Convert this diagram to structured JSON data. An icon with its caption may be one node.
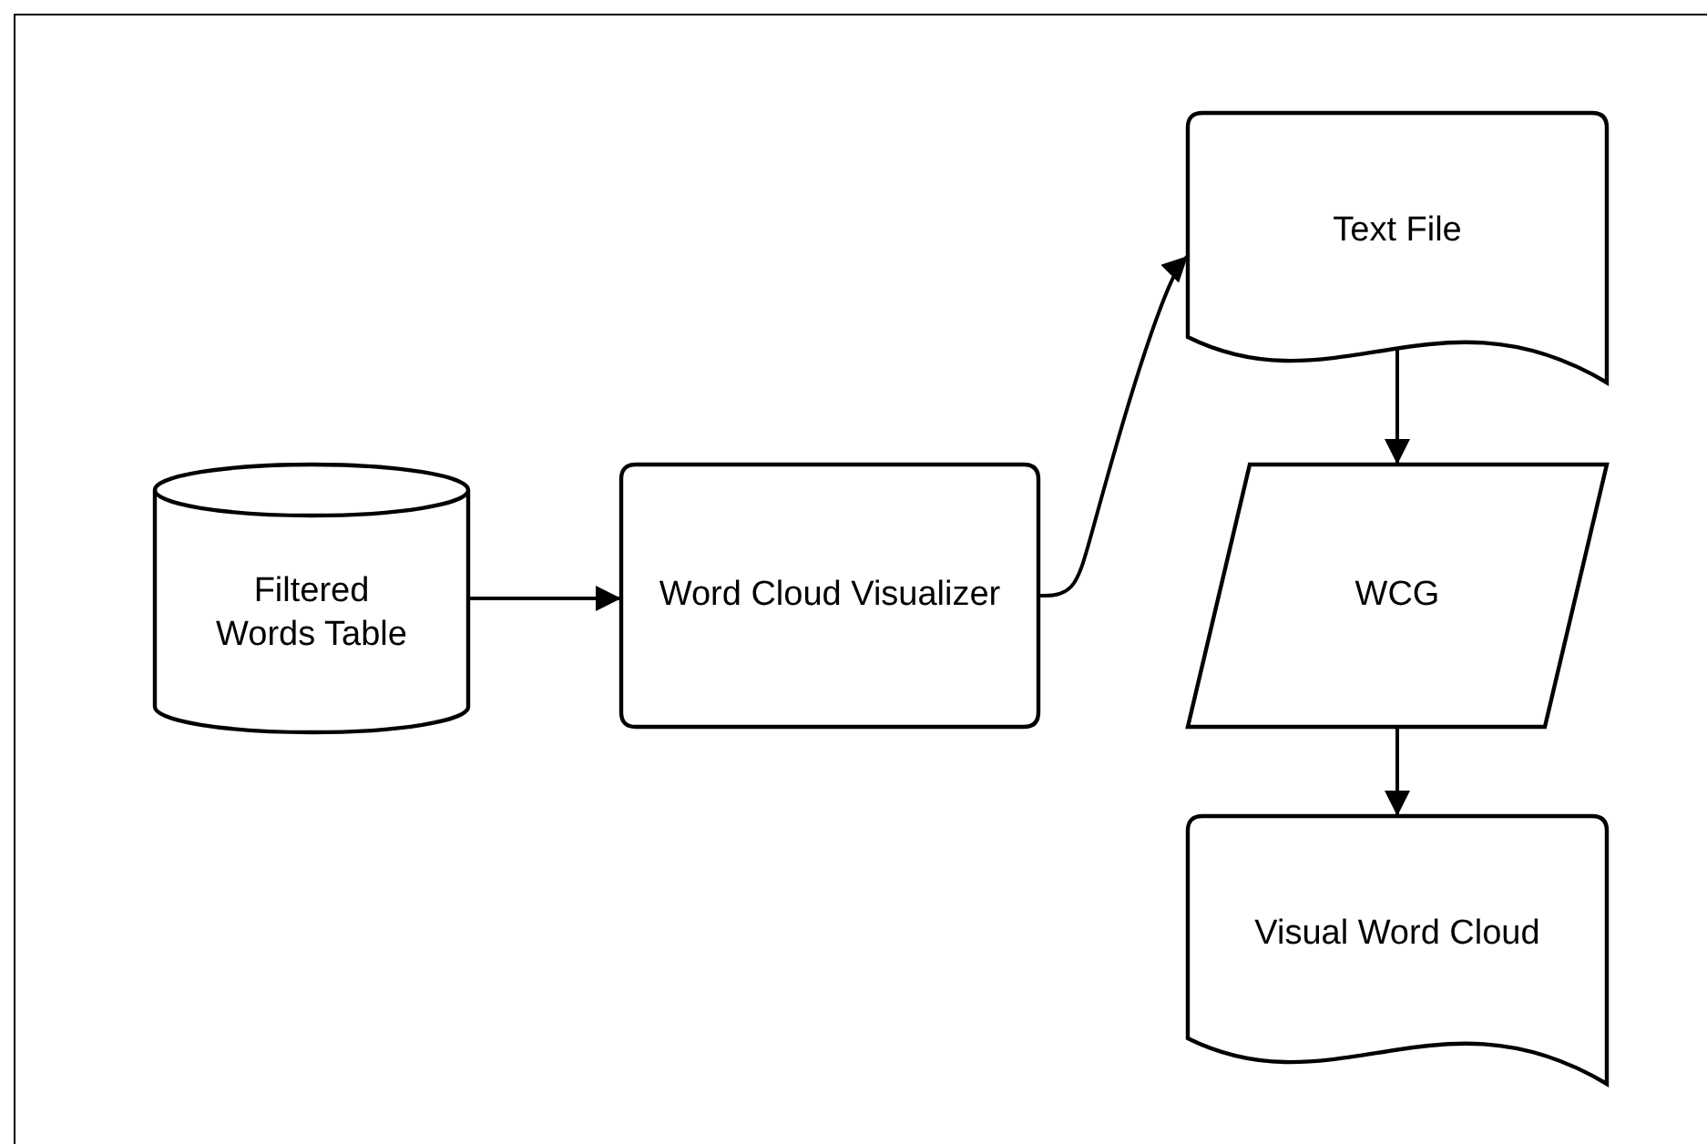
{
  "diagram": {
    "nodes": [
      {
        "text": [
          "Filtered Words Table"
        ]
      },
      {
        "text": [
          "Word Cloud Visualizer"
        ]
      },
      {
        "text": [
          "Text File"
        ]
      },
      {
        "text": [
          "WCG"
        ]
      },
      {
        "text": [
          "Visual Word Cloud"
        ]
      }
    ],
    "edges": [
      {
        "from": 0,
        "to": 1,
        "arrow": "to"
      },
      {
        "from": 1,
        "to": 2,
        "arrow": "to"
      },
      {
        "from": 2,
        "to": 3,
        "arrow": "to"
      },
      {
        "from": 3,
        "to": 4,
        "arrow": "to"
      }
    ]
  }
}
